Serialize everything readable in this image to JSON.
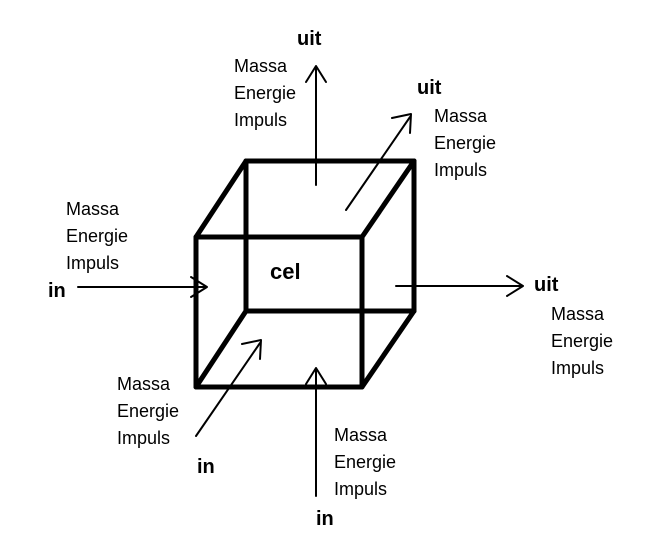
{
  "cell": {
    "label": "cel"
  },
  "flows": {
    "top_out": {
      "direction": "uit",
      "quantities": [
        "Massa",
        "Energie",
        "Impuls"
      ]
    },
    "diag_out": {
      "direction": "uit",
      "quantities": [
        "Massa",
        "Energie",
        "Impuls"
      ]
    },
    "right_out": {
      "direction": "uit",
      "quantities": [
        "Massa",
        "Energie",
        "Impuls"
      ]
    },
    "left_in": {
      "direction": "in",
      "quantities": [
        "Massa",
        "Energie",
        "Impuls"
      ]
    },
    "diag_in": {
      "direction": "in",
      "quantities": [
        "Massa",
        "Energie",
        "Impuls"
      ]
    },
    "bottom_in": {
      "direction": "in",
      "quantities": [
        "Massa",
        "Energie",
        "Impuls"
      ]
    }
  },
  "style": {
    "line_color": "#000000",
    "background": "#ffffff"
  }
}
